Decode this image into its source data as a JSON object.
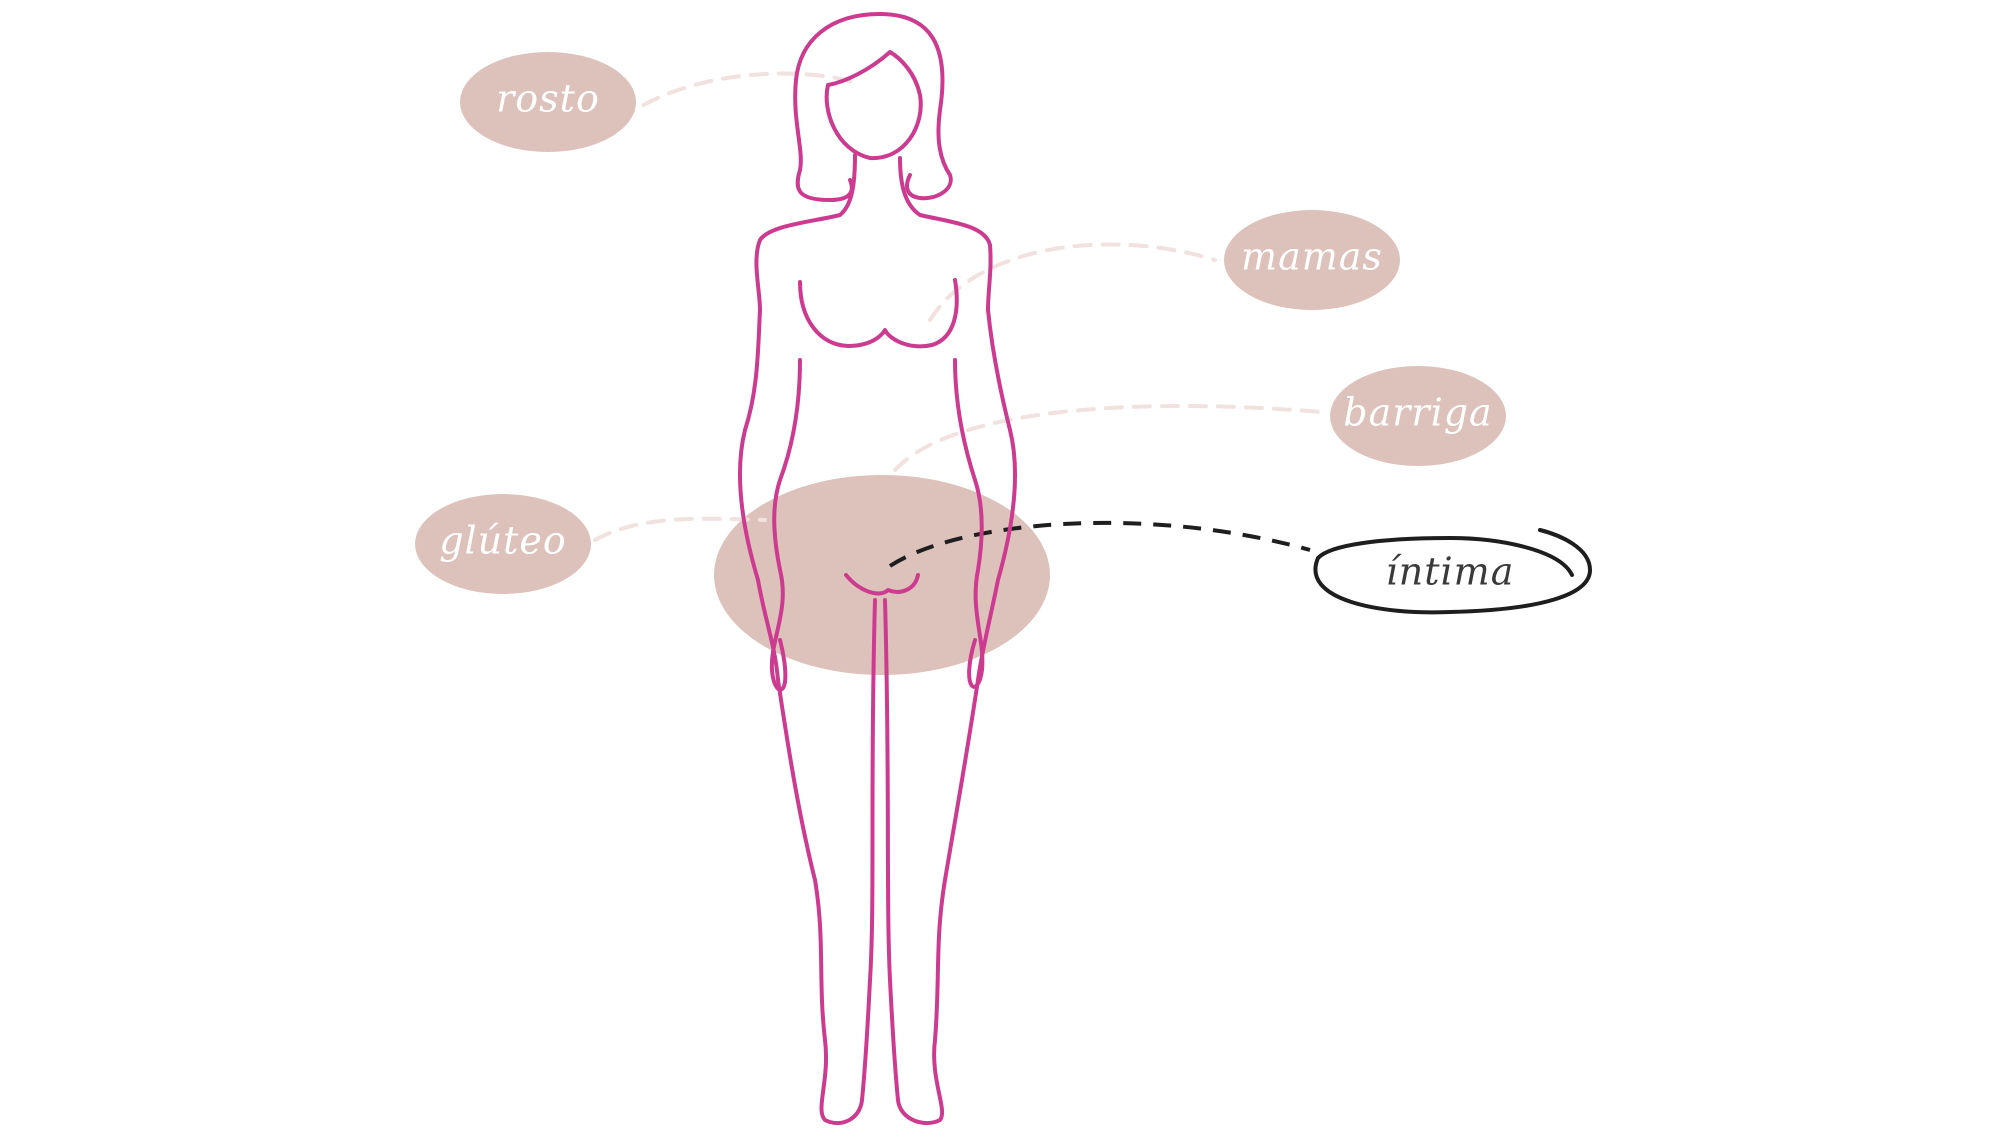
{
  "diagram": {
    "labels": {
      "rosto": "rosto",
      "mamas": "mamas",
      "barriga": "barriga",
      "gluteo": "glúteo",
      "intima": "íntima"
    },
    "selected": "intima",
    "colors": {
      "body_outline": "#cc3b8f",
      "label_fill": "#ddc2bb",
      "label_text": "#ffffff",
      "selected_outline": "#1e1e1e",
      "leader_line": "#f1e1df"
    }
  }
}
